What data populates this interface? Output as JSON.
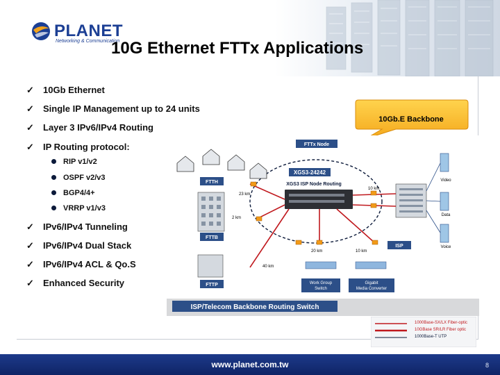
{
  "header": {
    "logo_text": "PLANET",
    "logo_sub": "Networking & Communication",
    "title": "10G Ethernet FTTx Applications"
  },
  "bullets": [
    {
      "check": "✓",
      "text": "10Gb Ethernet"
    },
    {
      "check": "✓",
      "text": "Single IP Management up to 24 units"
    },
    {
      "check": "✓",
      "text": "Layer 3 IPv6/IPv4 Routing"
    },
    {
      "check": "✓",
      "text": "IP Routing protocol:"
    },
    {
      "check": "✓",
      "text": "IPv6/IPv4 Tunneling"
    },
    {
      "check": "✓",
      "text": "IPv6/IPv4 Dual Stack"
    },
    {
      "check": "✓",
      "text": "IPv6/IPv4 ACL & Qo.S"
    },
    {
      "check": "✓",
      "text": "Enhanced Security"
    }
  ],
  "sub_bullets": [
    {
      "text": "RIP v1/v2"
    },
    {
      "text": "OSPF v2/v3"
    },
    {
      "text": "BGP4/4+"
    },
    {
      "text": "VRRP v1/v3"
    }
  ],
  "callout": {
    "text": "10Gb.E Backbone"
  },
  "diagram": {
    "fttx_node": "FTTx Node",
    "model": "XGS3-24242",
    "model_desc": "XGS3 ISP Node Routing",
    "ftth": "FTTH",
    "fttb": "FTTB",
    "fttp": "FTTP",
    "isp": "ISP",
    "video": "Video",
    "data": "Data",
    "voice": "Voice",
    "dist_23": "23 km",
    "dist_2": "2 km",
    "dist_40": "40 km",
    "dist_20": "20 km",
    "dist_10a": "10 km",
    "dist_10b": "10 km",
    "work_group": "Work Group",
    "switch": "Switch",
    "gigabit": "Gigabit",
    "media_converter": "Media Converter",
    "banner": "ISP/Telecom Backbone Routing Switch"
  },
  "legend": [
    {
      "text": "1000Base-SX/LX Fiber-optic"
    },
    {
      "text": "10GBase SR/LR Fiber optic"
    },
    {
      "text": "1000Base-T UTP"
    }
  ],
  "footer": {
    "url": "www.planet.com.tw",
    "page": "8"
  },
  "colors": {
    "brand": "#1c3f94",
    "footer": "#15307a",
    "fiber": "#c0191e"
  }
}
